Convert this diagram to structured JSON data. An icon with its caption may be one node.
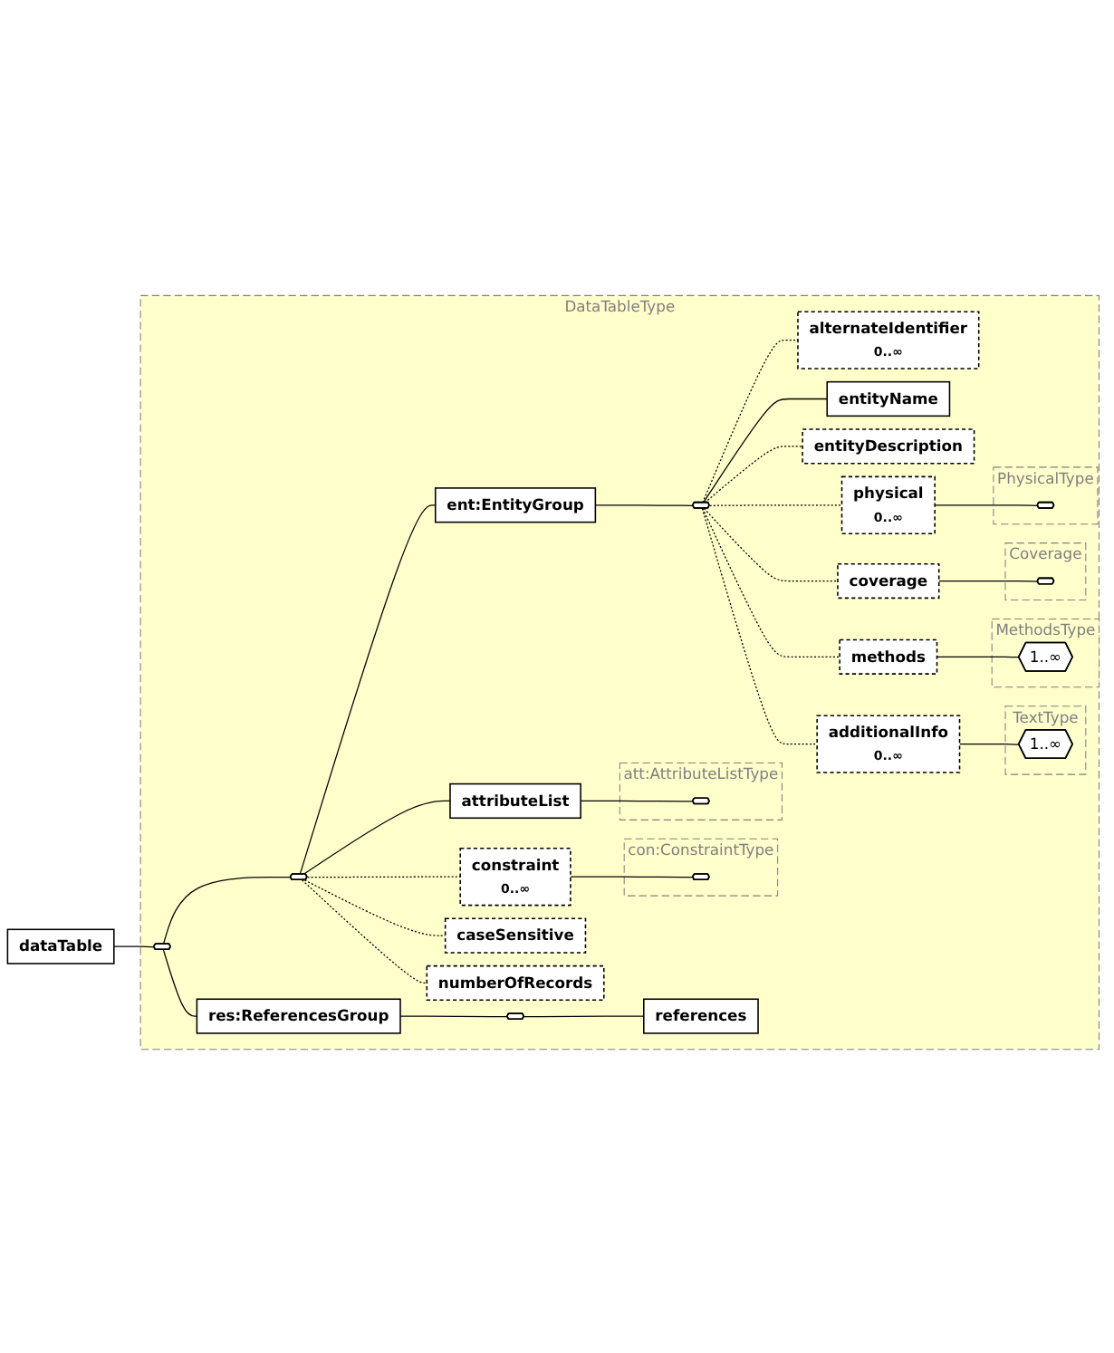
{
  "diagram": {
    "nodes": [
      {
        "text": [
          "dataTable"
        ]
      },
      {
        "text": [
          "DataTableType"
        ]
      },
      {
        "text": [],
        "shape": "hexagon",
        "in": 1
      },
      {
        "text": [],
        "shape": "hexagon",
        "in": 1
      },
      {
        "text": [
          "ent:EntityGroup"
        ],
        "in": 1
      },
      {
        "text": [],
        "shape": "hexagon",
        "in": 1
      },
      {
        "text": [
          "alternateIdentifier",
          "0..∞"
        ],
        "in": 1
      },
      {
        "text": [
          "entityName"
        ],
        "in": 1
      },
      {
        "text": [
          "entityDescription"
        ],
        "in": 1
      },
      {
        "text": [
          "physical",
          "0..∞"
        ],
        "in": 1
      },
      {
        "text": [
          "PhysicalType"
        ],
        "in": 1
      },
      {
        "text": [],
        "shape": "hexagon",
        "in": 10
      },
      {
        "text": [
          "coverage"
        ],
        "in": 1
      },
      {
        "text": [
          "Coverage"
        ],
        "in": 1
      },
      {
        "text": [],
        "shape": "hexagon",
        "in": 13
      },
      {
        "text": [
          "methods"
        ],
        "in": 1
      },
      {
        "text": [
          "MethodsType"
        ],
        "in": 1
      },
      {
        "text": [
          "1..∞"
        ],
        "in": 16
      },
      {
        "text": [
          "additionalInfo",
          "0..∞"
        ],
        "in": 1
      },
      {
        "text": [
          "TextType"
        ],
        "in": 1
      },
      {
        "text": [
          "1..∞"
        ],
        "in": 19
      },
      {
        "text": [
          "attributeList"
        ],
        "in": 1
      },
      {
        "text": [
          "att:AttributeListType"
        ],
        "in": 1
      },
      {
        "text": [],
        "shape": "hexagon",
        "in": 22
      },
      {
        "text": [
          "constraint",
          "0..∞"
        ],
        "in": 1
      },
      {
        "text": [
          "con:ConstraintType"
        ],
        "in": 1
      },
      {
        "text": [],
        "shape": "hexagon",
        "in": 25
      },
      {
        "text": [
          "caseSensitive"
        ],
        "in": 1
      },
      {
        "text": [
          "numberOfRecords"
        ],
        "in": 1
      },
      {
        "text": [
          "res:ReferencesGroup"
        ],
        "in": 1
      },
      {
        "text": [],
        "shape": "hexagon",
        "in": 1
      },
      {
        "text": [
          "references"
        ],
        "in": 1
      }
    ],
    "edges": [
      {
        "from": 0,
        "to": 2,
        "arrow": "none"
      },
      {
        "from": 2,
        "to": 3,
        "arrow": "none"
      },
      {
        "from": 2,
        "to": 29,
        "arrow": "none"
      },
      {
        "from": 3,
        "to": 4,
        "arrow": "none"
      },
      {
        "from": 3,
        "to": 21,
        "arrow": "none"
      },
      {
        "from": 3,
        "to": 24,
        "arrow": "none",
        "style": "dashed"
      },
      {
        "from": 3,
        "to": 27,
        "arrow": "none",
        "style": "dashed"
      },
      {
        "from": 3,
        "to": 28,
        "arrow": "none",
        "style": "dashed"
      },
      {
        "from": 4,
        "to": 5,
        "arrow": "none"
      },
      {
        "from": 5,
        "to": 6,
        "arrow": "none",
        "style": "dashed"
      },
      {
        "from": 5,
        "to": 7,
        "arrow": "none"
      },
      {
        "from": 5,
        "to": 8,
        "arrow": "none",
        "style": "dashed"
      },
      {
        "from": 5,
        "to": 9,
        "arrow": "none",
        "style": "dashed"
      },
      {
        "from": 5,
        "to": 12,
        "arrow": "none",
        "style": "dashed"
      },
      {
        "from": 5,
        "to": 15,
        "arrow": "none",
        "style": "dashed"
      },
      {
        "from": 5,
        "to": 18,
        "arrow": "none",
        "style": "dashed"
      },
      {
        "from": 9,
        "to": 11,
        "arrow": "none"
      },
      {
        "from": 12,
        "to": 14,
        "arrow": "none"
      },
      {
        "from": 15,
        "to": 17,
        "arrow": "none"
      },
      {
        "from": 18,
        "to": 20,
        "arrow": "none"
      },
      {
        "from": 21,
        "to": 23,
        "arrow": "none"
      },
      {
        "from": 24,
        "to": 26,
        "arrow": "none"
      },
      {
        "from": 29,
        "to": 30,
        "arrow": "none"
      },
      {
        "from": 30,
        "to": 31,
        "arrow": "none"
      }
    ]
  }
}
